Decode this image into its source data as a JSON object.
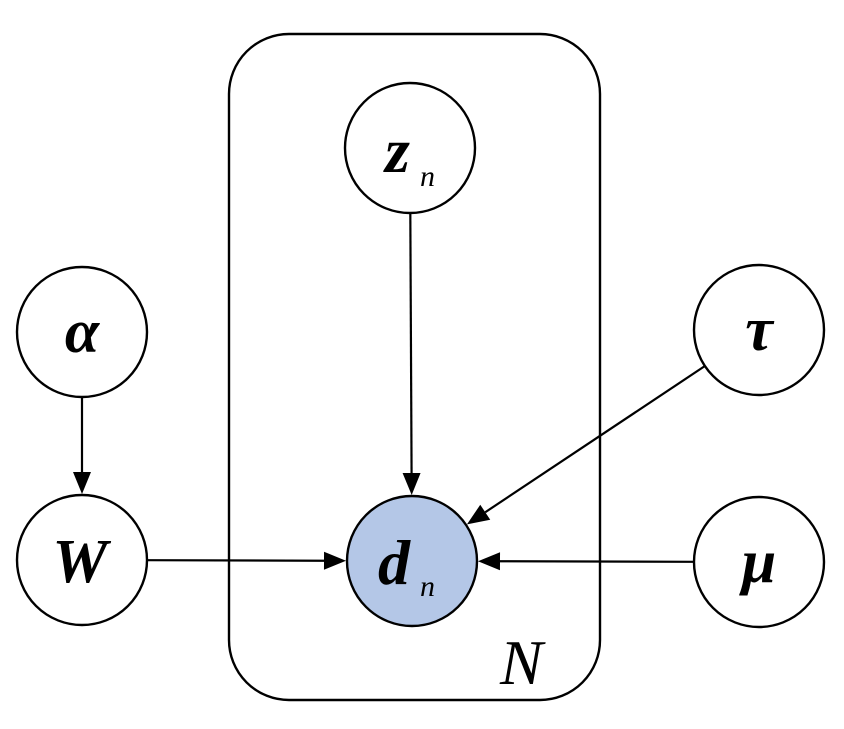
{
  "plate": {
    "label": "N"
  },
  "nodes": {
    "z": {
      "symbol": "z",
      "subscript": "n"
    },
    "alpha": {
      "symbol": "α"
    },
    "tau": {
      "symbol": "τ"
    },
    "W": {
      "symbol": "W"
    },
    "d": {
      "symbol": "d",
      "subscript": "n",
      "fill": "#b4c7e7"
    },
    "mu": {
      "symbol": "μ"
    }
  },
  "edges": [
    {
      "from": "z",
      "to": "d"
    },
    {
      "from": "alpha",
      "to": "W"
    },
    {
      "from": "tau",
      "to": "d"
    },
    {
      "from": "W",
      "to": "d"
    },
    {
      "from": "mu",
      "to": "d"
    }
  ]
}
